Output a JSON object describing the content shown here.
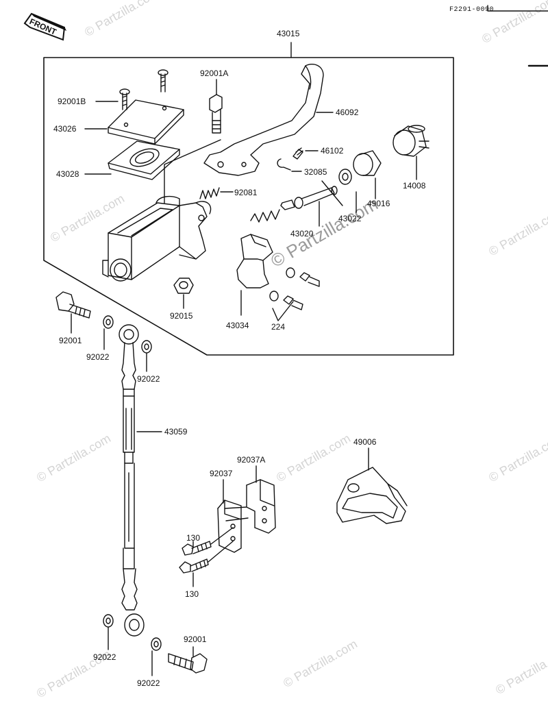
{
  "header": {
    "figure_code": "F2291-0090",
    "front_tag": "FRONT"
  },
  "watermark": {
    "text": "© Partzilla.com"
  },
  "parts": {
    "p43015": "43015",
    "p92001A": "92001A",
    "p92001B": "92001B",
    "p46092": "46092",
    "p43026": "43026",
    "p46102": "46102",
    "p43028": "43028",
    "p32085": "32085",
    "p14008": "14008",
    "p92081": "92081",
    "p49016": "49016",
    "p43022": "43022",
    "p43020": "43020",
    "p92015": "92015",
    "p43034": "43034",
    "p224": "224",
    "p92001_top": "92001",
    "p92022_a": "92022",
    "p92022_b": "92022",
    "p43059": "43059",
    "p49006": "49006",
    "p92037A": "92037A",
    "p92037": "92037",
    "p130_a": "130",
    "p130_b": "130",
    "p92001_bot": "92001",
    "p92022_c": "92022",
    "p92022_d": "92022"
  },
  "colors": {
    "line": "#111111",
    "watermark": "#d4d4d4"
  }
}
